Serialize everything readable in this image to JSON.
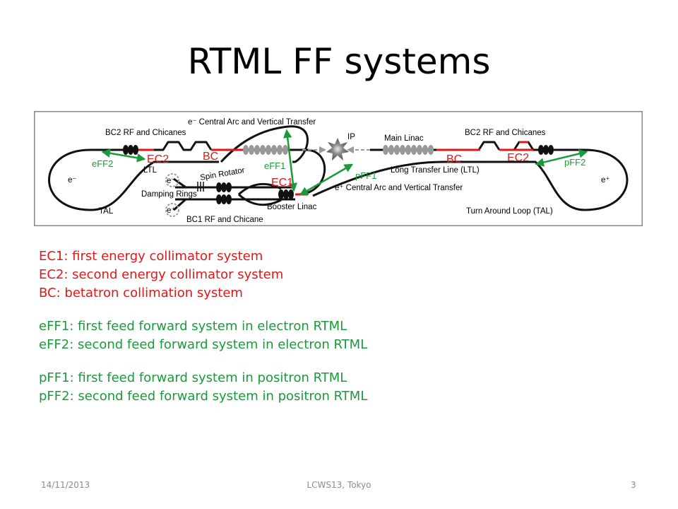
{
  "slide": {
    "title": "RTML FF systems"
  },
  "diagram": {
    "labels": {
      "central_arc_e": "e⁻ Central Arc and Vertical Transfer",
      "ip": "IP",
      "main_linac": "Main Linac",
      "bc2_left": "BC2 RF and Chicanes",
      "bc2_right": "BC2 RF and Chicanes",
      "ec2_left": "EC2",
      "bc_left": "BC",
      "bc_right": "BC",
      "ec2_right": "EC2",
      "eff2": "eFF2",
      "eff1": "eFF1",
      "pff1": "pFF1",
      "pff2": "pFF2",
      "ec1": "EC1",
      "ltl_left": "LTL",
      "spin_rotator": "Spin Rotator",
      "long_transfer": "Long Transfer Line (LTL)",
      "e_minus": "e⁻",
      "e_minus_ring": "e⁻",
      "e_plus_ring": "e⁺",
      "damping_rings": "Damping Rings",
      "central_arc_p": "e⁺ Central Arc and Vertical Transfer",
      "e_plus": "e⁺",
      "tal_left": "TAL",
      "booster_linac": "Booster Linac",
      "turn_around": "Turn Around Loop (TAL)",
      "bc1": "BC1 RF and Chicane"
    },
    "colors": {
      "red": "#e01818",
      "green": "#1a9a3a",
      "beam": "#111111",
      "frame": "#888888",
      "cavity": "#999999"
    }
  },
  "legend": {
    "ec1": "EC1: first energy collimator system",
    "ec2": "EC2: second energy collimator system",
    "bc": "BC: betatron collimation system",
    "eff1": "eFF1: first feed forward system in electron RTML",
    "eff2": "eFF2: second feed forward system in electron RTML",
    "pff1": "pFF1: first feed forward system in positron RTML",
    "pff2": "pFF2: second feed forward system in positron RTML"
  },
  "footer": {
    "date": "14/11/2013",
    "event": "LCWS13, Tokyo",
    "page": "3"
  }
}
